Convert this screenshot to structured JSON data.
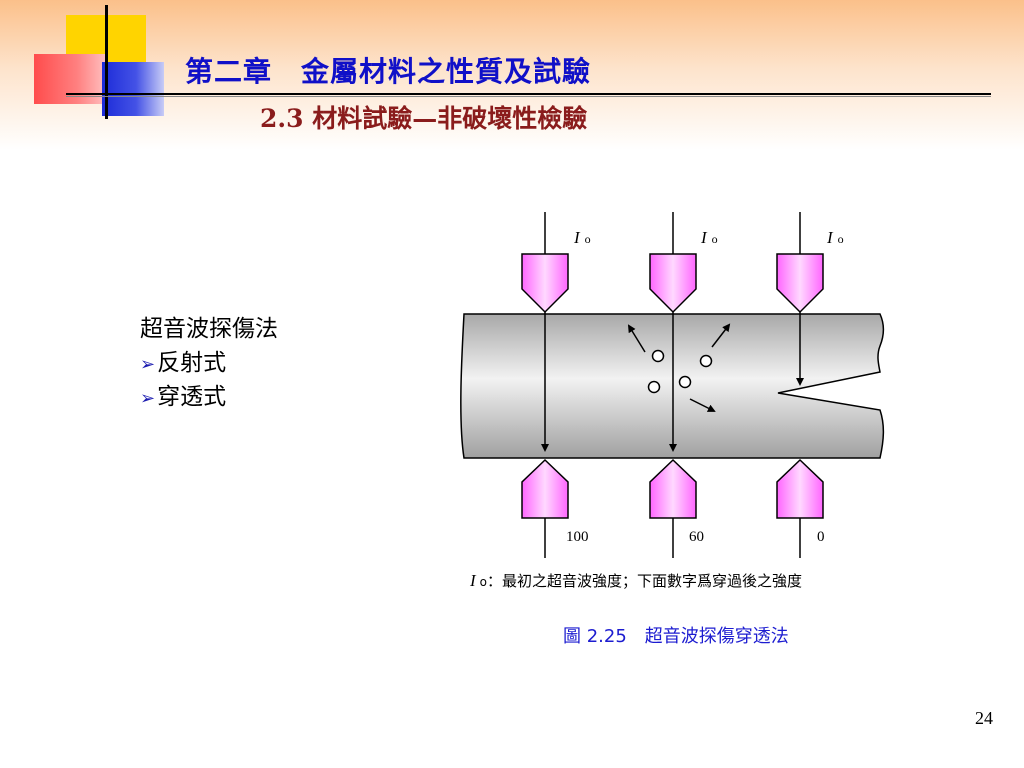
{
  "header": {
    "title": "第二章　金屬材料之性質及試驗",
    "subtitle": "2.3  材料試驗—非破壞性檢驗"
  },
  "content": {
    "heading": "超音波探傷法",
    "bullets": [
      "反射式",
      "穿透式"
    ],
    "bullet_glyph": "➢"
  },
  "figure": {
    "probe_labels": [
      {
        "main": "I",
        "sub": "o"
      },
      {
        "main": "I",
        "sub": "o"
      },
      {
        "main": "I",
        "sub": "o"
      }
    ],
    "intensity_values": [
      "100",
      "60",
      "0"
    ],
    "legend_symbol": "I",
    "legend_sub": "o",
    "legend_text": "：最初之超音波強度；下面數字爲穿過後之強度",
    "caption": "圖 2.25　超音波探傷穿透法"
  },
  "page": {
    "number": "24"
  },
  "colors": {
    "title": "#1010c8",
    "subtitle": "#8a1c1c",
    "caption": "#1c1cd0",
    "probe_fill": "#ff88ff",
    "bar_fill": "#c8c8c8"
  }
}
